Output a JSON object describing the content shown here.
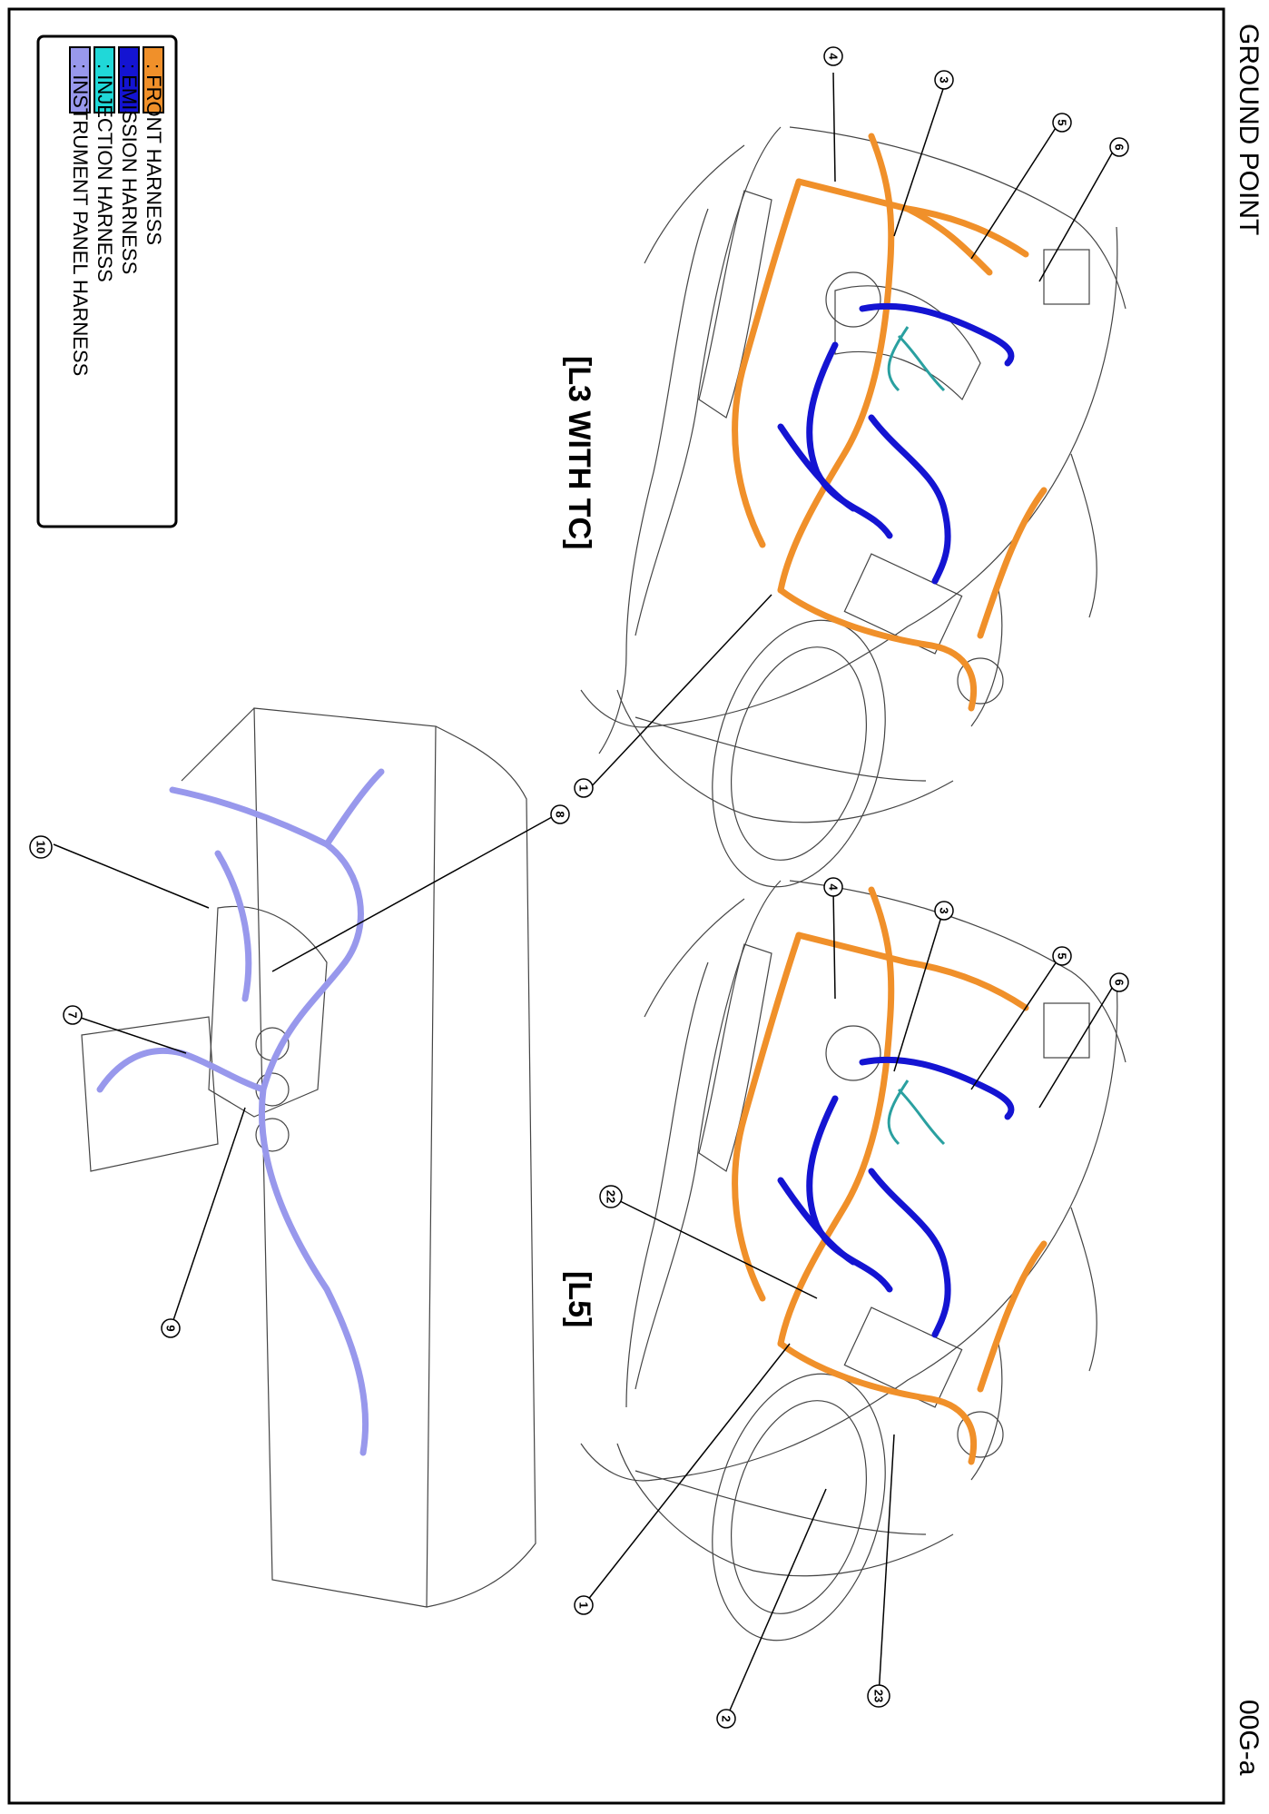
{
  "header": {
    "title": "GROUND POINT",
    "page_code": "00G-a"
  },
  "variants": {
    "l3": "[L3 WITH TC]",
    "l5": "[L5]"
  },
  "legend": {
    "items": [
      {
        "color": "#f0902a",
        "label": ": FRONT HARNESS"
      },
      {
        "color": "#1414d2",
        "label": ": EMISSION HARNESS"
      },
      {
        "color": "#20d8d8",
        "label": ": INJECTION HARNESS"
      },
      {
        "color": "#9898ec",
        "label": ": INSTRUMENT PANEL HARNESS"
      }
    ]
  },
  "callouts": {
    "c1": "1",
    "c2": "2",
    "c3": "3",
    "c4": "4",
    "c5": "5",
    "c6": "6",
    "c7": "7",
    "c8": "8",
    "c9": "9",
    "c10": "10",
    "c22": "22",
    "c23": "23"
  }
}
